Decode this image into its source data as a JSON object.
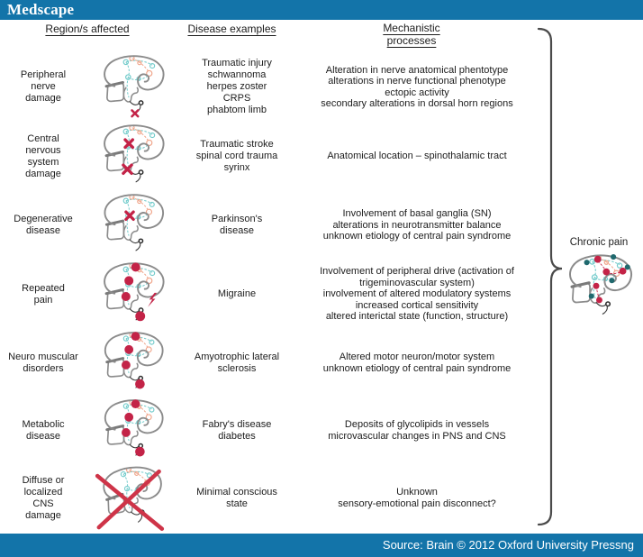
{
  "header": {
    "logo": "Medscape"
  },
  "columns": {
    "region": "Region/s affected",
    "disease": "Disease examples",
    "mechanistic": "Mechanistic\nprocesses"
  },
  "rows": [
    {
      "region": "Peripheral\nnerve\ndamage",
      "diseases": "Traumatic injury\nschwannoma\nherpes zoster\nCRPS\nphabtom limb",
      "mechanisms": "Alteration in nerve anatomical phentotype\nalterations in nerve functional phenotype\nectopic activity\nsecondary alterations in dorsal horn regions",
      "brain_markers": [
        "x-peripheral"
      ]
    },
    {
      "region": "Central\nnervous\nsystem\ndamage",
      "diseases": "Traumatic stroke\nspinal cord trauma\nsyrinx",
      "mechanisms": "Anatomical location – spinothalamic tract",
      "brain_markers": [
        "x-thalamus",
        "x-brainstem"
      ]
    },
    {
      "region": "Degenerative\ndisease",
      "diseases": "Parkinson's\ndisease",
      "mechanisms": "Involvement of basal ganglia (SN)\nalterations in neurotransmitter balance\nunknown etiology of central pain syndrome",
      "brain_markers": [
        "x-midbrain"
      ]
    },
    {
      "region": "Repeated\npain",
      "diseases": "Migraine",
      "mechanisms": "Involvement of peripheral drive (activation of\ntrigeminovascular system)\ninvolvement of altered modulatory systems\nincreased cortical sensitivity\naltered interictal state (function, structure)",
      "brain_markers": [
        "dot-cortex",
        "dot-thalamus",
        "dot-brainstem",
        "dot-peripheral",
        "lightning"
      ]
    },
    {
      "region": "Neuro muscular\ndisorders",
      "diseases": "Amyotrophic lateral\nsclerosis",
      "mechanisms": "Altered motor neuron/motor system\nunknown etiology of central pain syndrome",
      "brain_markers": [
        "dot-cortex",
        "dot-thalamus",
        "dot-brainstem",
        "dot-peripheral"
      ]
    },
    {
      "region": "Metabolic\ndisease",
      "diseases": "Fabry's disease\ndiabetes",
      "mechanisms": "Deposits of glycolipids in vessels\nmicrovascular changes in PNS and CNS",
      "brain_markers": [
        "dot-cortex",
        "dot-thalamus",
        "dot-brainstem",
        "dot-peripheral"
      ]
    },
    {
      "region": "Diffuse or\nlocalized\nCNS\ndamage",
      "diseases": "Minimal conscious\nstate",
      "mechanisms": "Unknown\nsensory-emotional pain disconnect?",
      "brain_markers": [
        "x-whole-brain"
      ]
    }
  ],
  "chronic_pain": {
    "label": "Chronic pain",
    "brain_markers": [
      "dots-mixed"
    ]
  },
  "footer": {
    "source": "Source: Brain © 2012 Oxford University Pressng"
  },
  "colors": {
    "bar_blue": "#1374A9",
    "marker_red": "#C32347",
    "whole_x_red": "#CE3448",
    "pathway_teal": "#72CBCB",
    "pathway_salmon": "#F0A58A",
    "outline_gray": "#8B8B8B",
    "dark_line": "#3A3A3A",
    "teal_dot_dark": "#20696E"
  }
}
